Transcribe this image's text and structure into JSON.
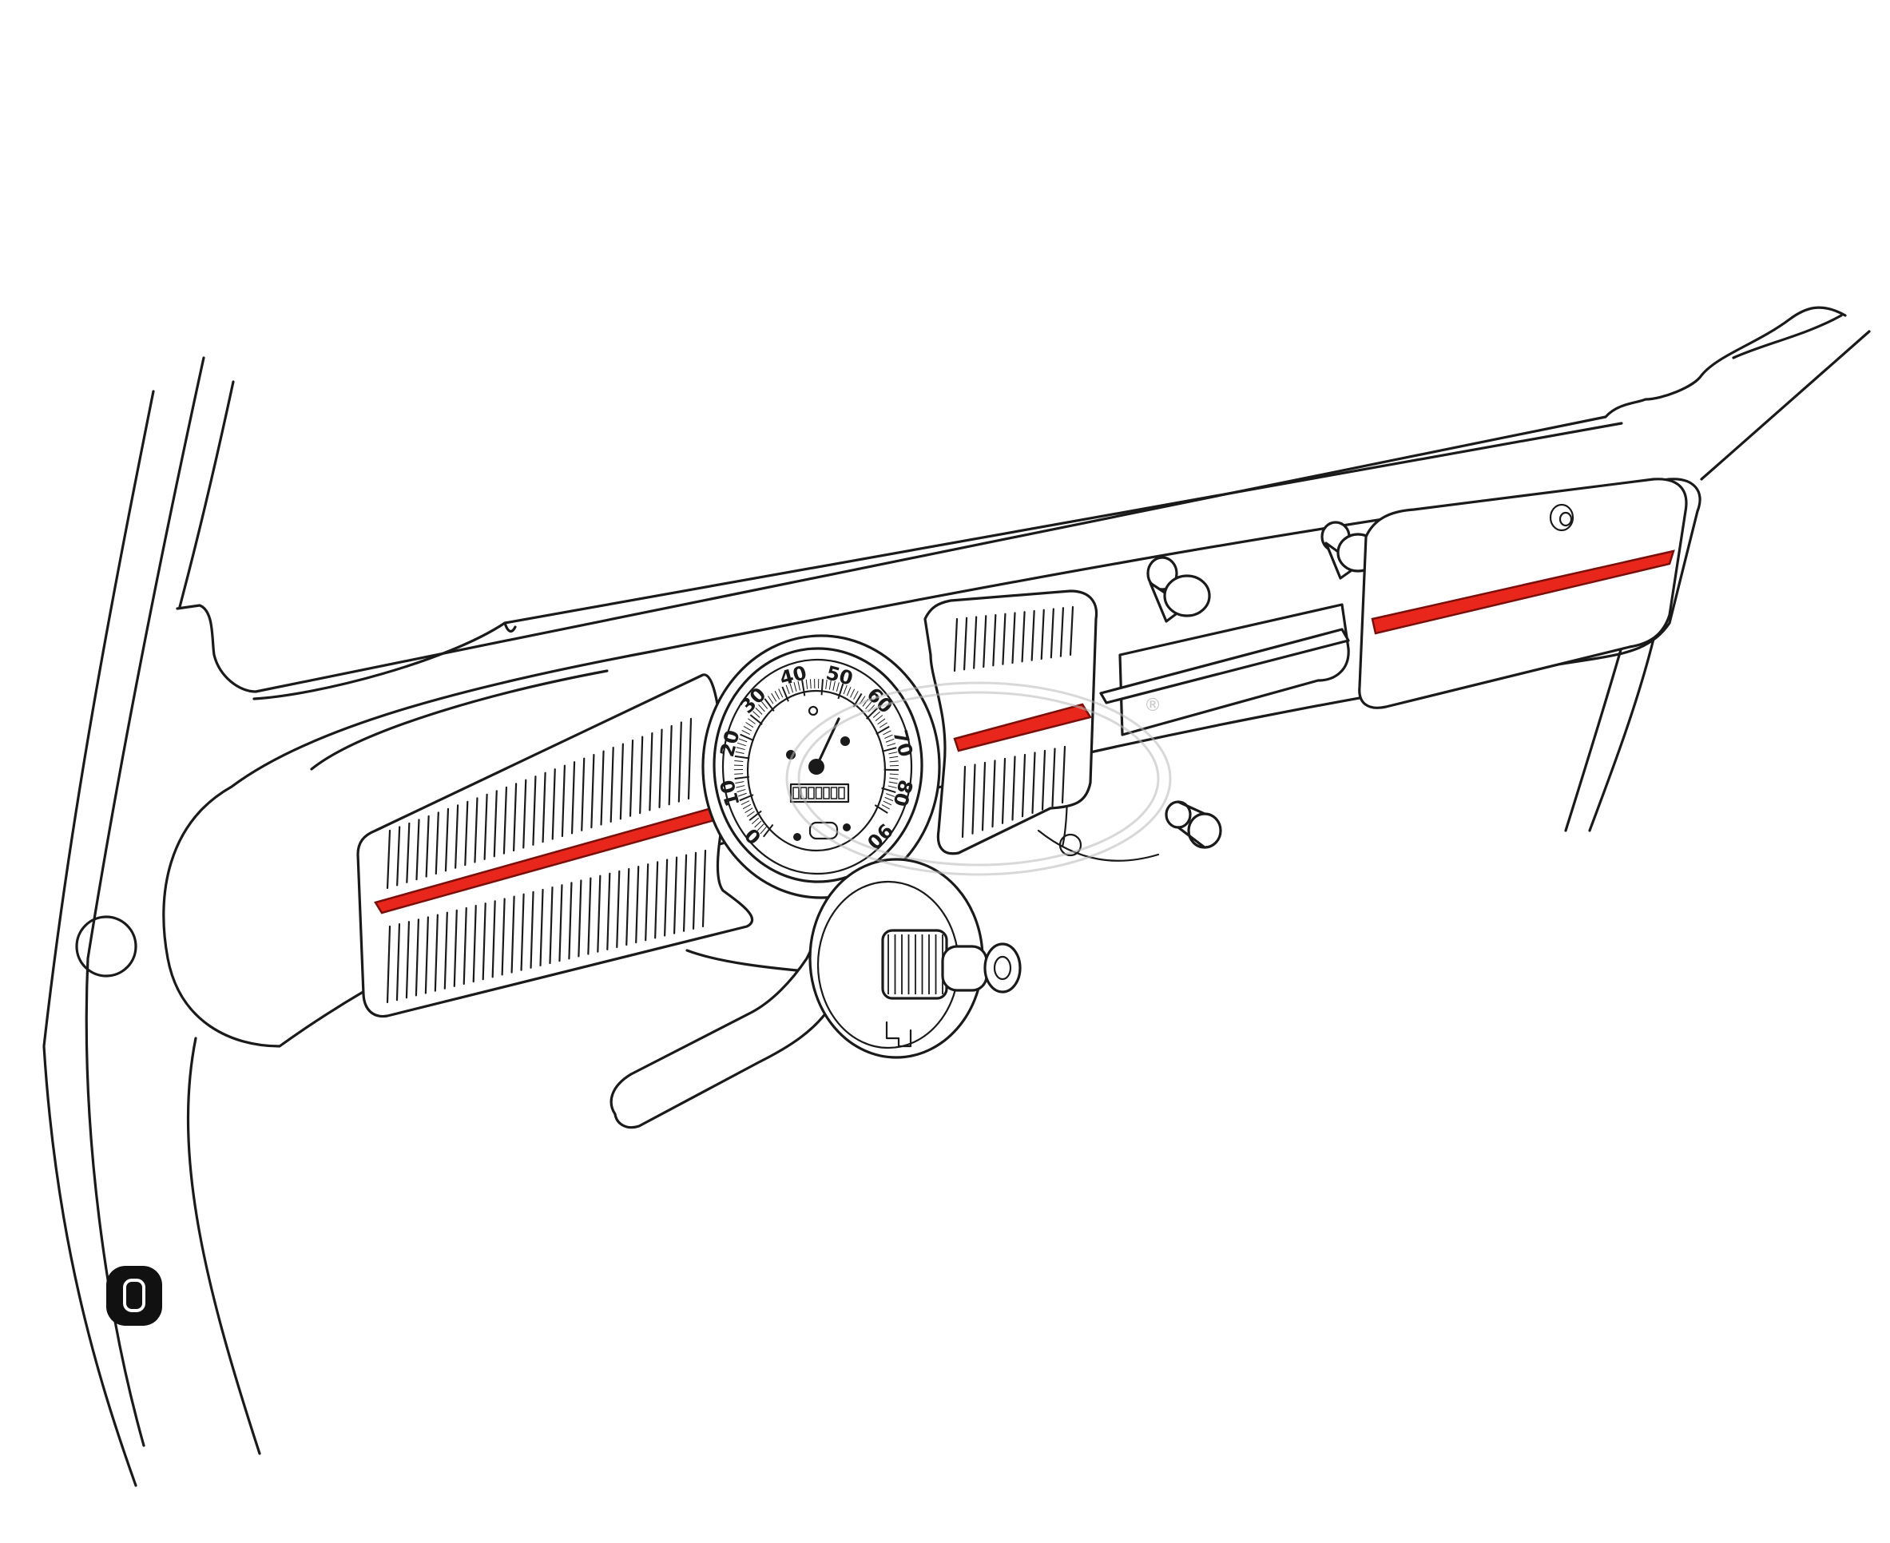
{
  "illustration": {
    "subject": "dashboard",
    "highlight_color": "#e8261b",
    "line_color": "#1a1a1a",
    "background_color": "#ffffff"
  },
  "speedometer": {
    "scale_labels": [
      "0",
      "10",
      "20",
      "30",
      "40",
      "50",
      "60",
      "70",
      "80",
      "90"
    ]
  },
  "watermark": {
    "registered_mark": "®"
  }
}
